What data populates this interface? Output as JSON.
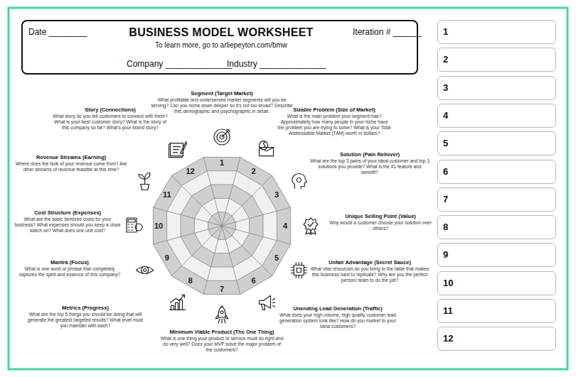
{
  "diagram": {
    "title": "BUSINESS MODEL WORKSHEET",
    "nodes": [
      {
        "text": [
          "Date ________",
          "Iteration # ______",
          "To learn more, go to arliepeyton.com/bmw",
          "Company ______________",
          "Industry ______________"
        ]
      },
      {
        "text": [
          "1"
        ]
      },
      {
        "text": [
          "2"
        ]
      },
      {
        "text": [
          "3"
        ]
      },
      {
        "text": [
          "4"
        ]
      },
      {
        "text": [
          "5"
        ]
      },
      {
        "text": [
          "6"
        ]
      },
      {
        "text": [
          "7"
        ]
      },
      {
        "text": [
          "8"
        ]
      },
      {
        "text": [
          "9"
        ]
      },
      {
        "text": [
          "10"
        ]
      },
      {
        "text": [
          "11"
        ]
      },
      {
        "text": [
          "12"
        ]
      }
    ],
    "labels": [
      "1",
      "2",
      "3",
      "4",
      "5",
      "6",
      "7",
      "8",
      "9",
      "10",
      "11",
      "12",
      "Segment (Target Market)",
      "What profitable and underserved market segments will you be serving? Can you niche down deeper so it's not too broad? Describe this demographic and psychographic in detail.",
      "Sizable Problem (Size of Market)",
      "What is the main problem your segment has? Approximately how many people in your niche have the problem you are trying to solve? What is your Total Addressable Market (TAM) worth in dollars?",
      "Solution (Pain Reliever)",
      "What are the top 3 pains of your ideal customer and top 3 solutions you provide? What is the #1 feature and benefit?",
      "Unique Selling Point (Value)",
      "Why would a customer choose your solution over others?",
      "Unfair Advantage (Secret Sauce)",
      "What vital resources do you bring to the table that makes this business hard to replicate? Why are you the perfect person/ team to do the job?",
      "Unending Lead Generation (Traffic)",
      "What does your high volume, high quality customer lead generation system look like? How do you market to your ideal customers?",
      "Minimum Viable Product (The One Thing)",
      "What is one thing your product or service must do right and do very well? Does your MVP solve the major problem of the customers?",
      "Metrics (Progress)",
      "What are the top 5 things you should be doing that will generate the greatest targeted results? What level must you maintain with each?",
      "Mantra (Focus)",
      "What is one word or phrase that completely captures the spirit and essence of this company?",
      "Cost Structure (Expenses)",
      "What are the basic itemized costs for your business? What expenses should you keep a close watch on? What does one unit cost?",
      "Revenue Streams (Earning)",
      "Where does the bulk of your revenue come from? Are other streams of revenue feasible at this time?",
      "Story (Connections)",
      "What story do you tell customers to connect with them? What is your best customer story? What is the story of this company so far? What's your brand story?"
    ]
  }
}
